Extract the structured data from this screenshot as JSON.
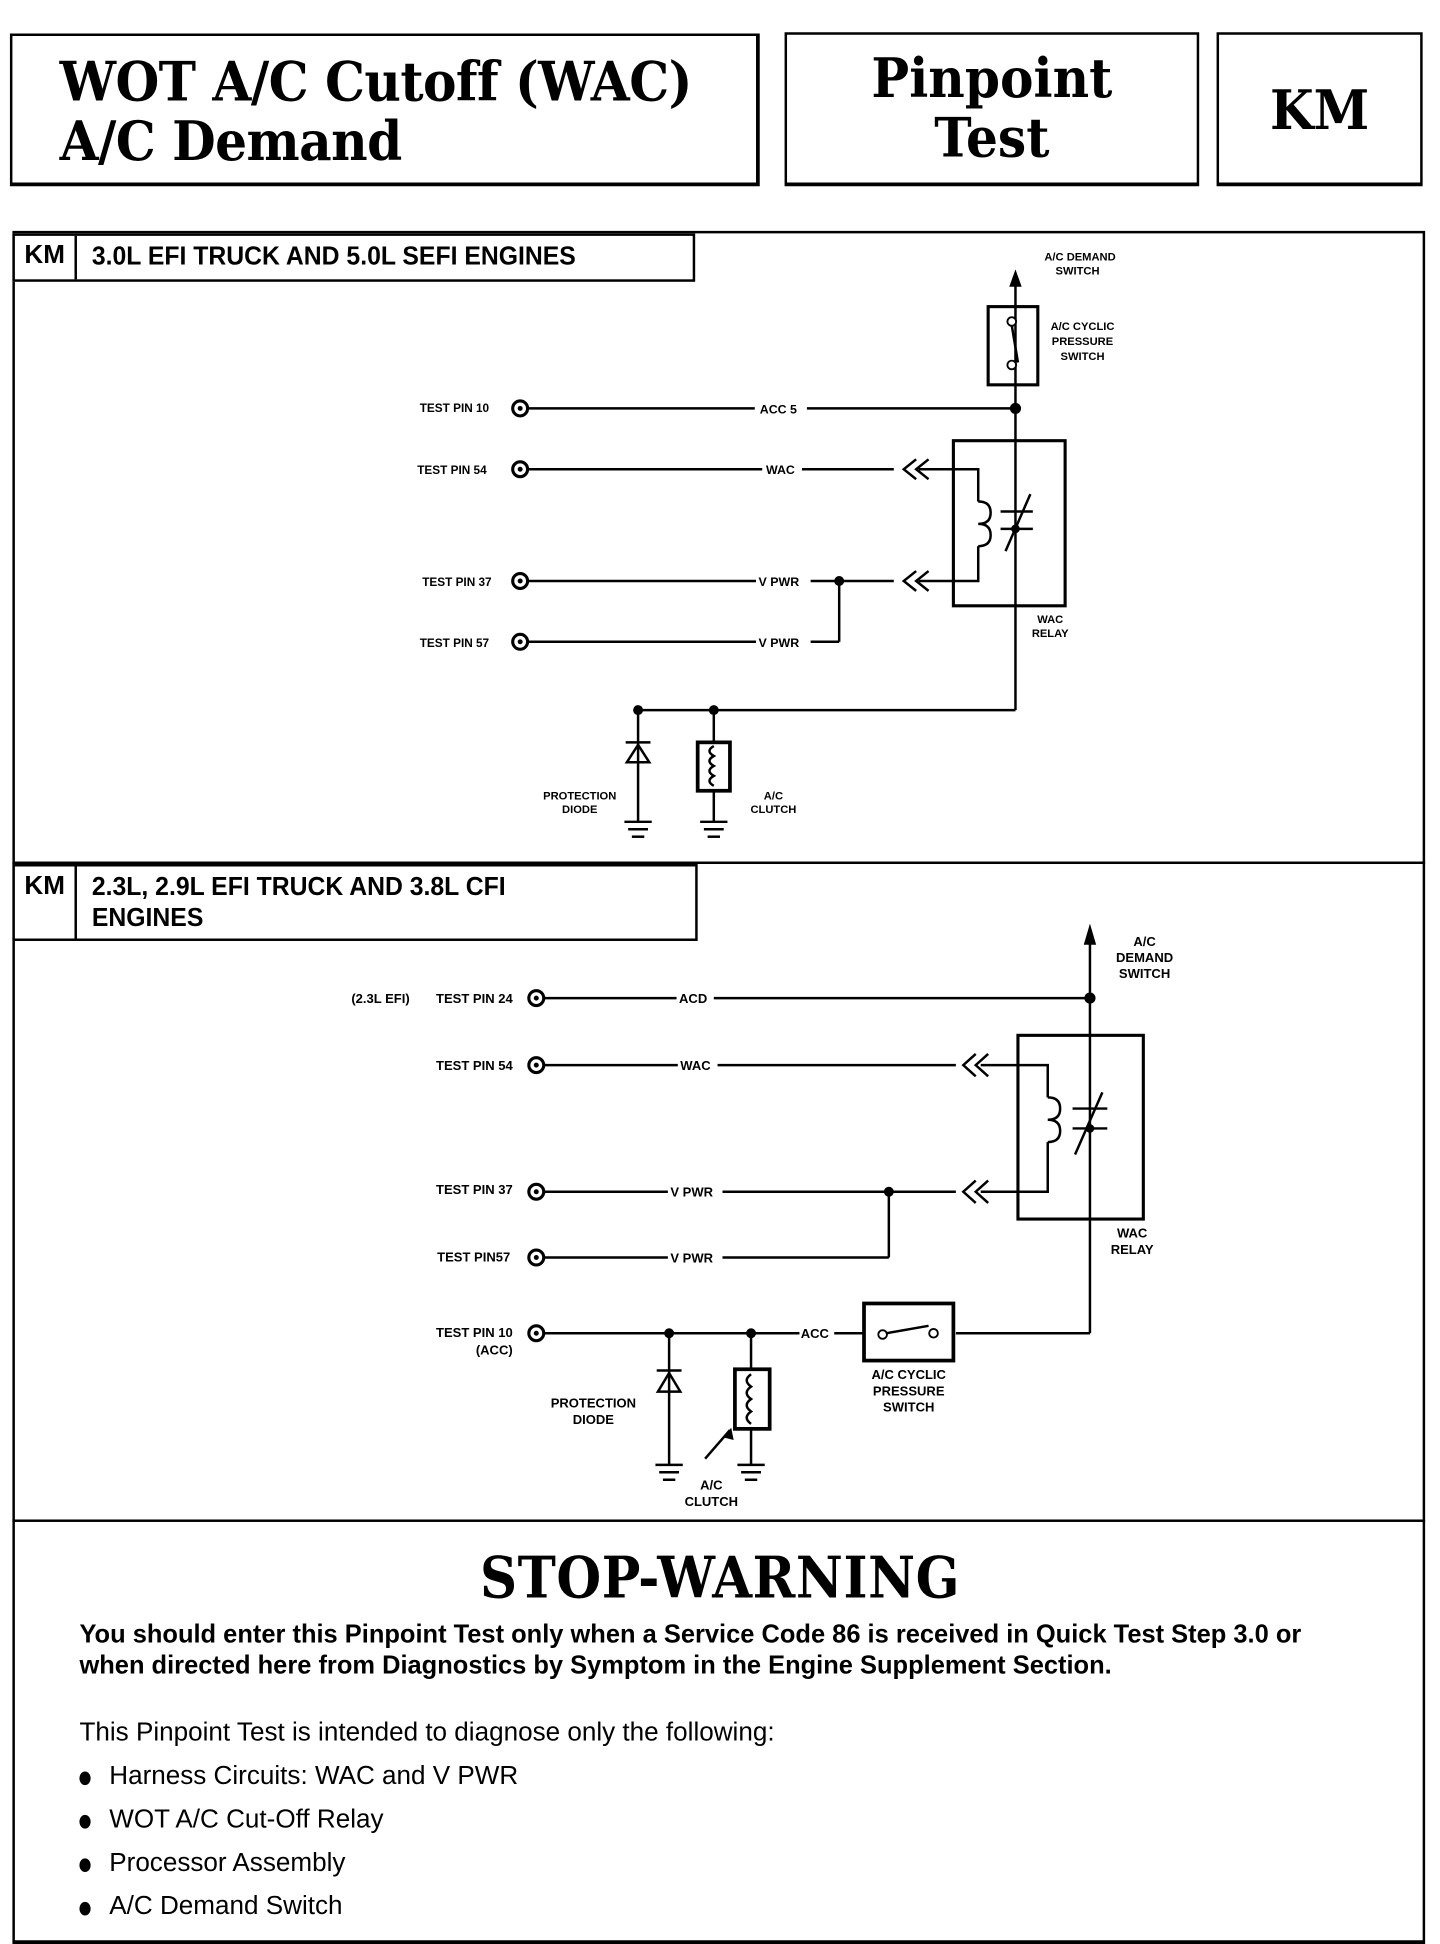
{
  "header": {
    "title_line1": "WOT A/C Cutoff (WAC)",
    "title_line2": "A/C Demand",
    "test_type_line1": "Pinpoint",
    "test_type_line2": "Test",
    "test_code": "KM"
  },
  "sections": [
    {
      "code": "KM",
      "title": "3.0L EFI TRUCK AND 5.0L SEFI ENGINES",
      "pins": [
        {
          "label": "TEST PIN 10",
          "circuit": "ACC 5"
        },
        {
          "label": "TEST PIN 54",
          "circuit": "WAC"
        },
        {
          "label": "TEST PIN 37",
          "circuit": "V PWR"
        },
        {
          "label": "TEST PIN 57",
          "circuit": "V PWR"
        }
      ],
      "components": {
        "demand_switch": [
          "A/C DEMAND",
          "SWITCH"
        ],
        "cyclic_switch": [
          "A/C CYCLIC",
          "PRESSURE",
          "SWITCH"
        ],
        "relay": [
          "WAC",
          "RELAY"
        ],
        "diode": [
          "PROTECTION",
          "DIODE"
        ],
        "clutch": [
          "A/C",
          "CLUTCH"
        ]
      }
    },
    {
      "code": "KM",
      "title": "2.3L, 2.9L EFI TRUCK AND 3.8L CFI\nENGINES",
      "pins": [
        {
          "prefix": "(2.3L EFI)",
          "label": "TEST PIN 24",
          "circuit": "ACD"
        },
        {
          "label": "TEST PIN 54",
          "circuit": "WAC"
        },
        {
          "label": "TEST PIN 37",
          "circuit": "V PWR"
        },
        {
          "label": "TEST PIN57",
          "circuit": "V PWR"
        },
        {
          "label": "TEST PIN 10",
          "sublabel": "(ACC)",
          "circuit": "ACC"
        }
      ],
      "components": {
        "demand_switch": [
          "A/C",
          "DEMAND",
          "SWITCH"
        ],
        "cyclic_switch": [
          "A/C CYCLIC",
          "PRESSURE",
          "SWITCH"
        ],
        "relay": [
          "WAC",
          "RELAY"
        ],
        "diode": [
          "PROTECTION",
          "DIODE"
        ],
        "clutch": [
          "A/C",
          "CLUTCH"
        ]
      }
    }
  ],
  "warning": {
    "title": "STOP-WARNING",
    "bold_text": "You should enter this Pinpoint Test only when a Service Code 86 is received in Quick Test Step 3.0 or when directed here from Diagnostics by Symptom in the Engine Supplement Section.",
    "intro": "This Pinpoint Test is intended to diagnose only the following:",
    "items": [
      "Harness Circuits: WAC and V PWR",
      "WOT A/C Cut-Off Relay",
      "Processor Assembly",
      "A/C Demand Switch"
    ]
  }
}
